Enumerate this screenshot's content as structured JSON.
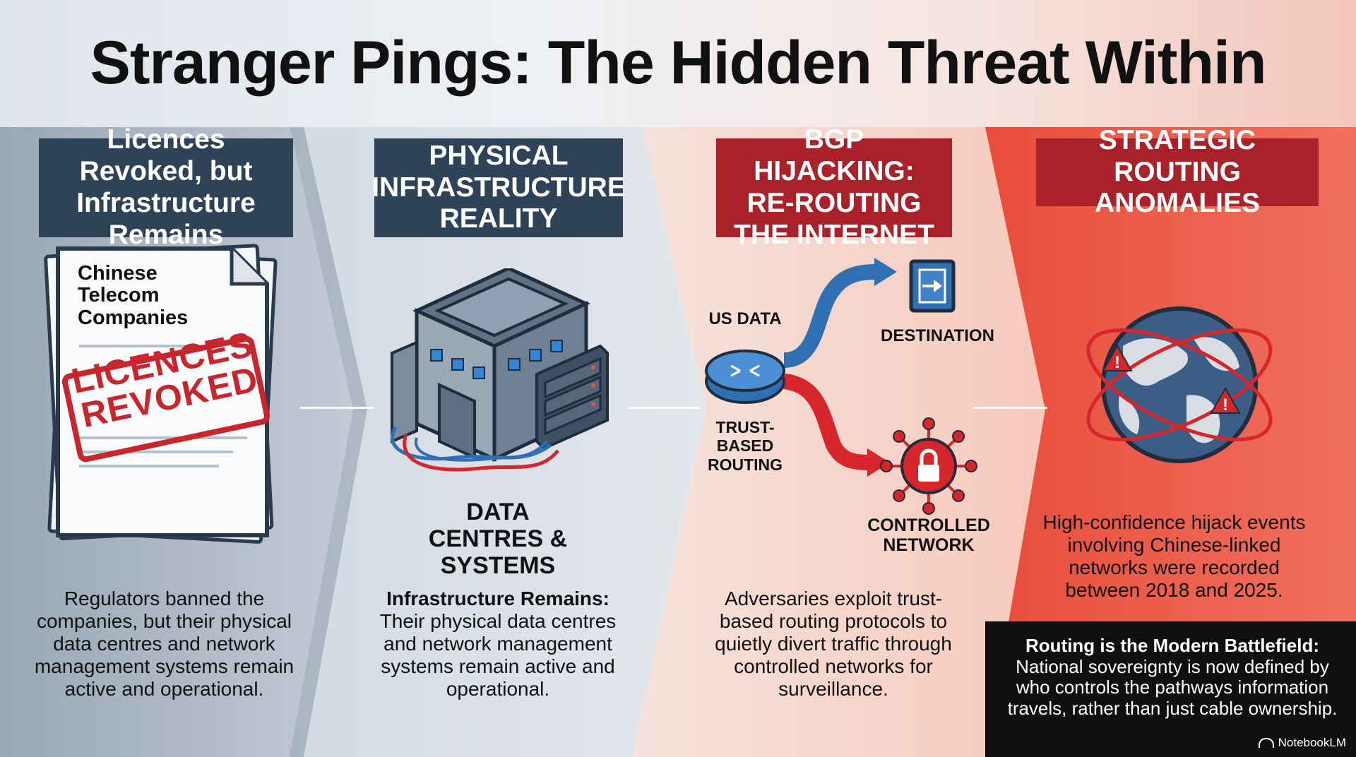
{
  "title": "Stranger Pings: The Hidden Threat Within",
  "panels": [
    {
      "label": "Licences Revoked, but Infrastructure Remains",
      "document_heading": "Chinese Telecom Companies",
      "stamp": "LICENCES REVOKED",
      "description": "Regulators banned the companies, but their physical data centres and network management systems remain active and operational."
    },
    {
      "label": "PHYSICAL INFRASTRUCTURE REALITY",
      "icon_caption": "DATA CENTRES & SYSTEMS",
      "description_bold": "Infrastructure Remains:",
      "description": "Their physical data centres and network management systems remain active and operational."
    },
    {
      "label": "BGP HIJACKING: RE-ROUTING THE INTERNET",
      "source_label": "US DATA",
      "router_label": "TRUST-BASED ROUTING",
      "destination_label": "DESTINATION",
      "controlled_label": "CONTROLLED NETWORK",
      "description": "Adversaries exploit trust-based routing protocols to quietly divert traffic through controlled networks for surveillance."
    },
    {
      "label": "STRATEGIC ROUTING ANOMALIES",
      "description": "High-confidence hijack events involving Chinese-linked networks were recorded between 2018 and 2025.",
      "callout_bold": "Routing is the Modern Battlefield:",
      "callout": "National sovereignty is now defined by who controls the pathways information travels, rather than just cable ownership."
    }
  ],
  "watermark": "NotebookLM",
  "colors": {
    "panel1": "#aab6c3",
    "panel2": "#dbe1e8",
    "panel3": "#f8d6cc",
    "panel4": "#ea5a47",
    "label_dark": "#2f4358",
    "label_red": "#a9222a",
    "accent_blue": "#2f6fb3",
    "accent_red": "#d7262b"
  }
}
